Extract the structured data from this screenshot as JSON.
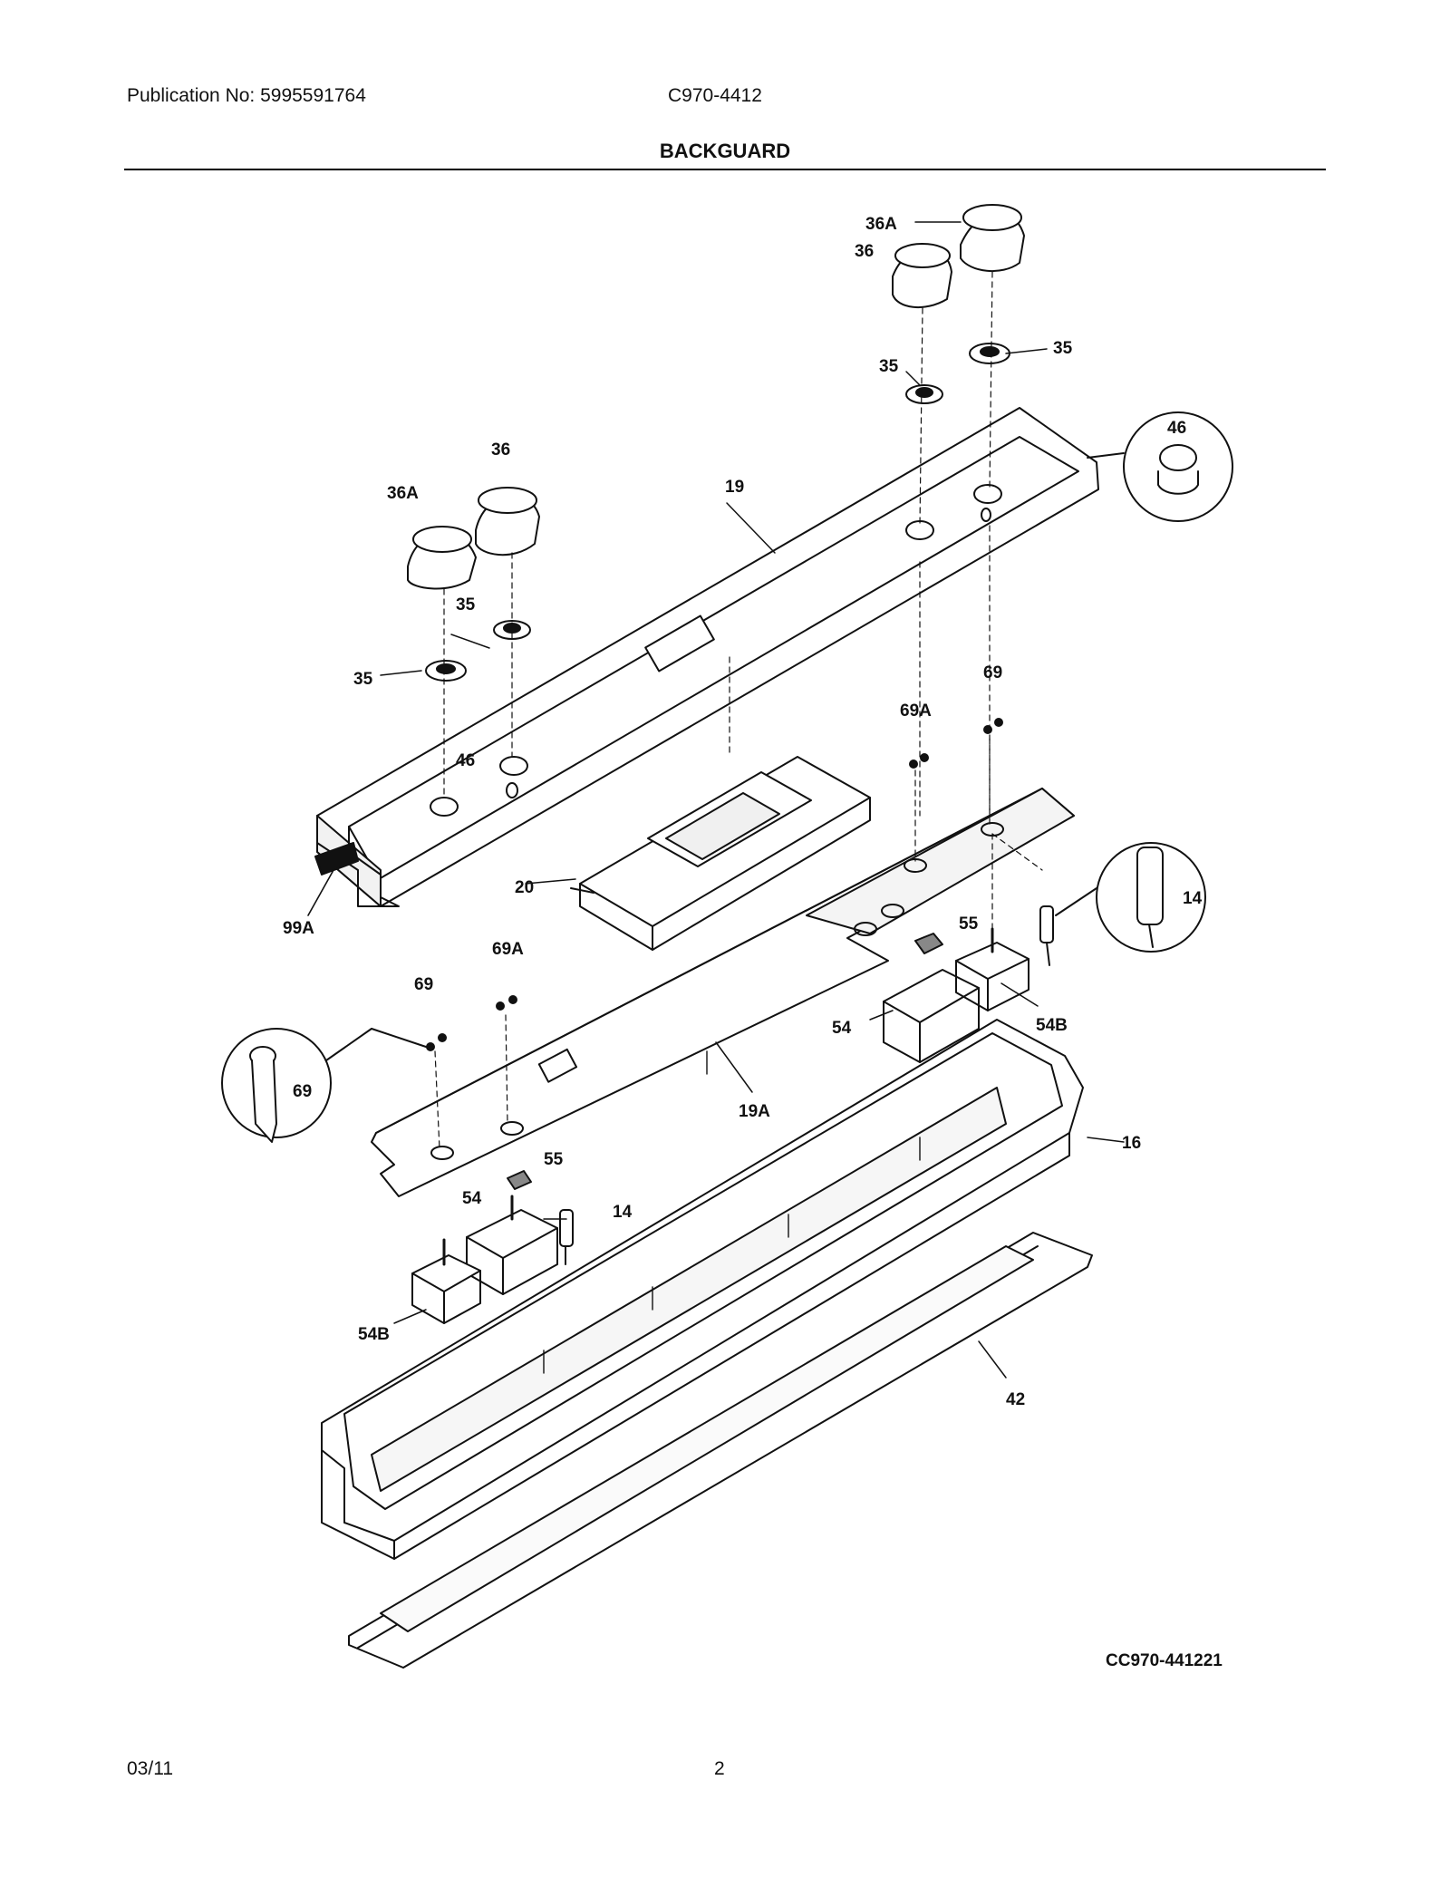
{
  "header": {
    "publication": "Publication No: 5995591764",
    "model": "C970-4412",
    "title": "BACKGUARD"
  },
  "footer": {
    "date": "03/11",
    "page": "2"
  },
  "diagram": {
    "code": "CC970-441221",
    "callouts": {
      "c36a_r": "36A",
      "c36_r": "36",
      "c35_rr": "35",
      "c35_rl": "35",
      "c46_bubble": "46",
      "c36_l": "36",
      "c36a_l": "36A",
      "c19": "19",
      "c35_la": "35",
      "c35_lb": "35",
      "c46": "46",
      "c69_r": "69",
      "c69a_r": "69A",
      "c20": "20",
      "c99a": "99A",
      "c14_bubble": "14",
      "c55_r": "55",
      "c69a_l": "69A",
      "c69_l": "69",
      "c54_r": "54",
      "c54b_r": "54B",
      "c69_bubble": "69",
      "c19a": "19A",
      "c16": "16",
      "c55_l": "55",
      "c54_l": "54",
      "c14": "14",
      "c54b_l": "54B",
      "c42": "42"
    }
  },
  "colors": {
    "ink": "#111111",
    "paper": "#ffffff",
    "shade": "#e6e6e6"
  }
}
